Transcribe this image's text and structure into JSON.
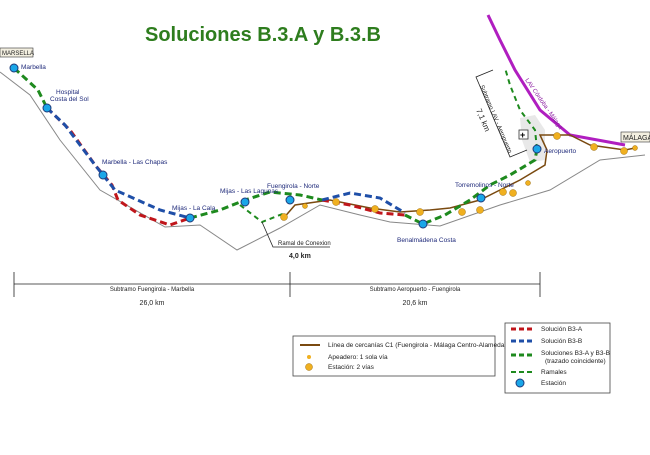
{
  "title": "Soluciones B.3.A y B.3.B",
  "places": {
    "west": "MARSELLA",
    "east": "MÁLAGA"
  },
  "stations": [
    "Marbella",
    "Hospital",
    "Costa del Sol",
    "Marbella - Las Chapas",
    "Mijas - La Cala",
    "Mijas - Las Lagunas",
    "Fuengirola - Norte",
    "Benalmádena Costa",
    "Torremolinos - Norte",
    "Aeropuerto"
  ],
  "lav_label": "LAV Córdoba - Málaga",
  "ramal": {
    "label": "Ramal de Conexion",
    "length": "4,0 km"
  },
  "subtramo_lav": {
    "label": "Subtramo LAV - Aeropuerto",
    "length": "7,1 km"
  },
  "subtramos": [
    {
      "label": "Subtramo Fuengirola - Marbella",
      "length": "26,0 km"
    },
    {
      "label": "Subtramo Aeropuerto - Fuengirola",
      "length": "20,6 km"
    }
  ],
  "legend_left": [
    "Línea de cercanías C1 (Fuengirola  -  Málaga Centro-Alameda)",
    "Apeadero: 1 sola vía",
    "Estación: 2 vías"
  ],
  "legend_right": [
    "Solución B3-A",
    "Solución B3-B",
    "Soluciones B3-A y B3-B",
    "(trazado coincidente)",
    "Ramales",
    "Estación"
  ],
  "colors": {
    "b3a": "#c0161b",
    "b3b": "#1f4fa8",
    "common": "#1e8a1e",
    "c1": "#7a4a10",
    "lav": "#b01ec0",
    "station": "#1aa6e8",
    "apeadero": "#f0b020",
    "title": "#2e7d1e"
  }
}
